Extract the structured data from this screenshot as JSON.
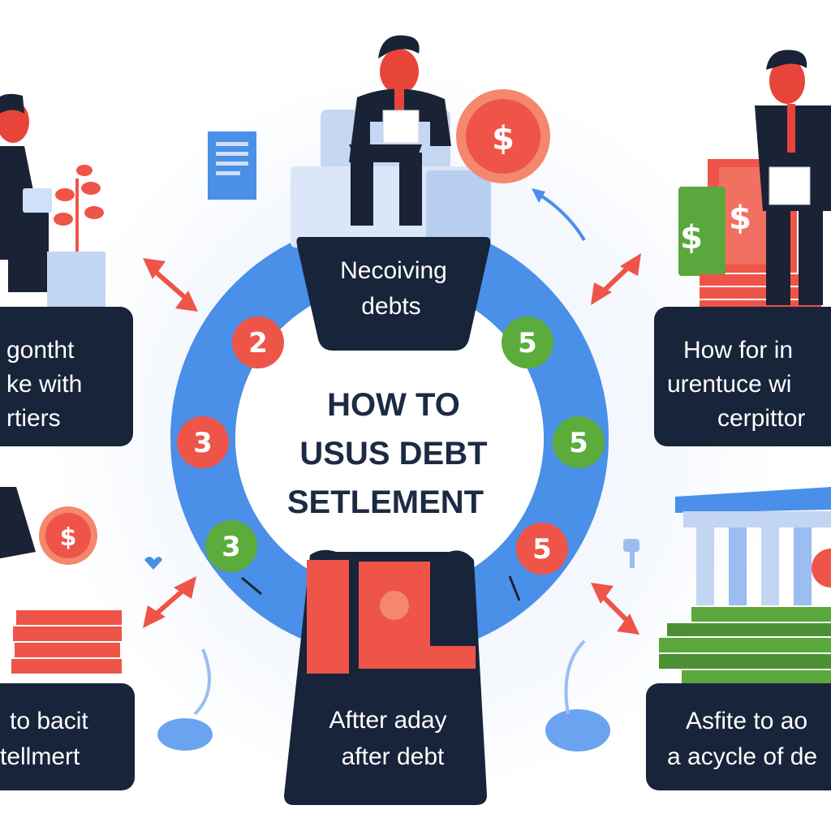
{
  "center": {
    "line1": "HOW TO",
    "line2": "USUS DEBT",
    "line3": "SETLEMENT"
  },
  "top_panel": {
    "line1": "Necoiving",
    "line2": "debts"
  },
  "bottom_panel": {
    "line1": "Aftter aday",
    "line2": "after debt"
  },
  "left_top_panel": {
    "line1": "gontht",
    "line2": "ke with",
    "line3": "rtiers"
  },
  "left_bottom_panel": {
    "line1": "to bacit",
    "line2": "tellmert"
  },
  "right_top_panel": {
    "line1": "How for in",
    "line2": "urentuce wi",
    "line3": "cerpittor"
  },
  "right_bottom_panel": {
    "line1": "Asfite to ao",
    "line2": "a acycle of de"
  },
  "badges": [
    "2",
    "5",
    "3",
    "5",
    "3",
    "5"
  ],
  "currency_symbol": "$",
  "colors": {
    "ring": "#4a8fe8",
    "panel": "#18243a",
    "red": "#ef5448",
    "green": "#5cac3c",
    "suit": "#1a2236",
    "skin": "#e8453a",
    "cash_green": "#5aa73d"
  }
}
